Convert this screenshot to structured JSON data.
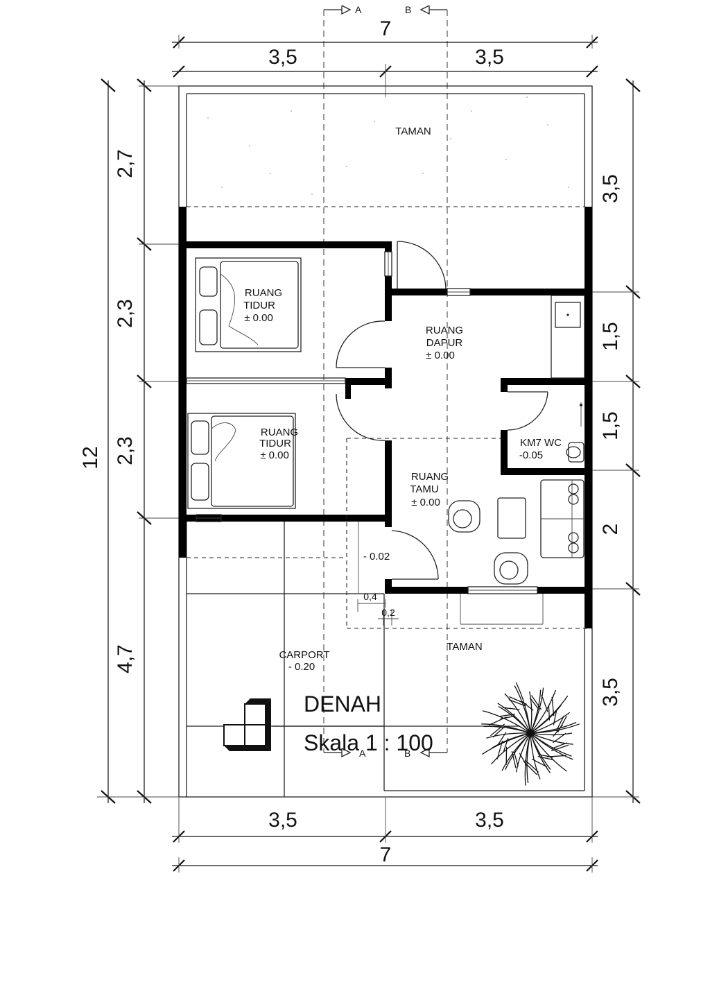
{
  "section_markers": {
    "a": "A",
    "b": "B"
  },
  "dimensions": {
    "top_total": "7",
    "top_left": "3,5",
    "top_right": "3,5",
    "bottom_left": "3,5",
    "bottom_right": "3,5",
    "bottom_total": "7",
    "left_total": "12",
    "left_segments": [
      "2,7",
      "2,3",
      "2,3",
      "4,7"
    ],
    "right_segments": [
      "3,5",
      "1,5",
      "1,5",
      "2",
      "3,5"
    ],
    "detail_04": "0,4",
    "detail_02": "0,2"
  },
  "rooms": {
    "taman_top": "TAMAN",
    "bedroom1": {
      "line1": "RUANG",
      "line2": "TIDUR",
      "level": "± 0.00"
    },
    "bedroom2": {
      "line1": "RUANG",
      "line2": "TIDUR",
      "level": "± 0.00"
    },
    "kitchen": {
      "line1": "RUANG",
      "line2": "DAPUR",
      "level": "± 0.00"
    },
    "bathroom": {
      "line1": "KM7 WC",
      "level": "-0.05"
    },
    "living": {
      "line1": "RUANG",
      "line2": "TAMU",
      "level": "± 0.00"
    },
    "terrace_level": "- 0.02",
    "carport": {
      "line1": "CARPORT",
      "level": "- 0.20"
    },
    "taman_bottom": "TAMAN"
  },
  "title_block": {
    "title": "DENAH",
    "scale": "Skala 1 : 100"
  }
}
